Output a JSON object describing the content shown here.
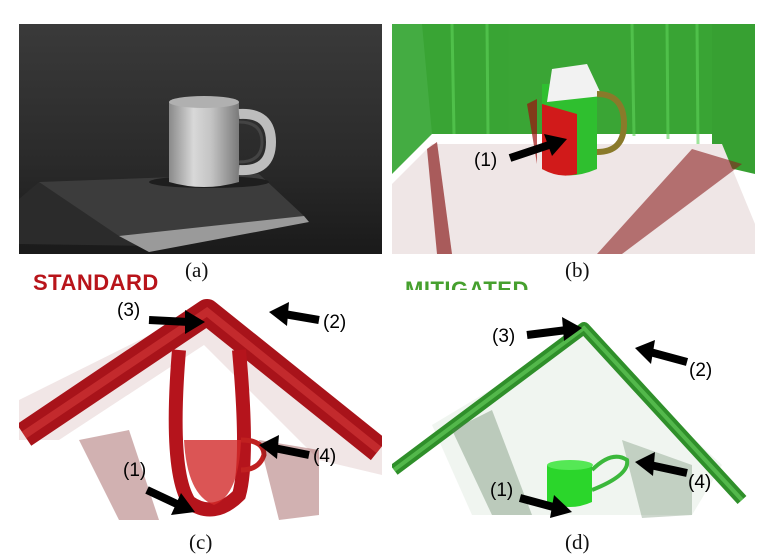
{
  "figure": {
    "panels": [
      {
        "id": "a",
        "caption": "(a)"
      },
      {
        "id": "b",
        "caption": "(b)",
        "callouts": [
          "(1)"
        ]
      },
      {
        "id": "c",
        "caption": "(c)",
        "tag": "STANDARD",
        "callouts": [
          "(1)",
          "(2)",
          "(3)",
          "(4)"
        ]
      },
      {
        "id": "d",
        "caption": "(d)",
        "tag": "MITIGATED",
        "callouts": [
          "(1)",
          "(2)",
          "(3)",
          "(4)"
        ]
      }
    ]
  },
  "colors": {
    "standard": "#b8141a",
    "mitigated": "#46a02e",
    "green_points": "#22c022",
    "red_points": "#c8141e",
    "arrow": "#000000"
  }
}
